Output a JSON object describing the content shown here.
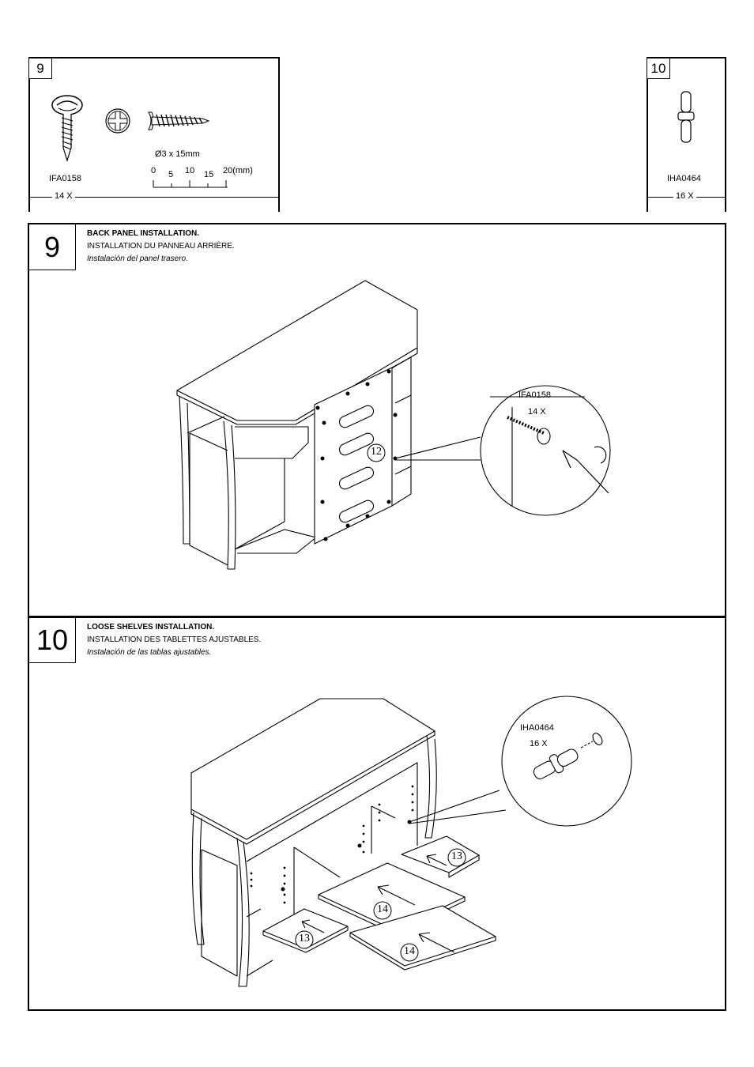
{
  "parts": {
    "left": {
      "number": "9",
      "code": "IFA0158",
      "qty": "14 X",
      "size": "Ø3 x 15mm",
      "scale_ticks": [
        "0",
        "5",
        "10",
        "15",
        "20(mm)"
      ]
    },
    "right": {
      "number": "10",
      "code": "IHA0464",
      "qty": "16 X"
    }
  },
  "steps": [
    {
      "number": "9",
      "title_en": "BACK PANEL INSTALLATION.",
      "title_fr": "INSTALLATION DU PANNEAU ARRIÈRE.",
      "title_es": "Instalación del panel trasero.",
      "callout_code": "IFA0158",
      "callout_qty": "14 X",
      "panel_label": "12"
    },
    {
      "number": "10",
      "title_en": "LOOSE SHELVES INSTALLATION.",
      "title_fr": "INSTALLATION DES TABLETTES AJUSTABLES.",
      "title_es": "Instalación de las tablas ajustables.",
      "callout_code": "IHA0464",
      "callout_qty": "16 X",
      "shelf_labels": [
        "13",
        "14",
        "14",
        "13"
      ]
    }
  ]
}
